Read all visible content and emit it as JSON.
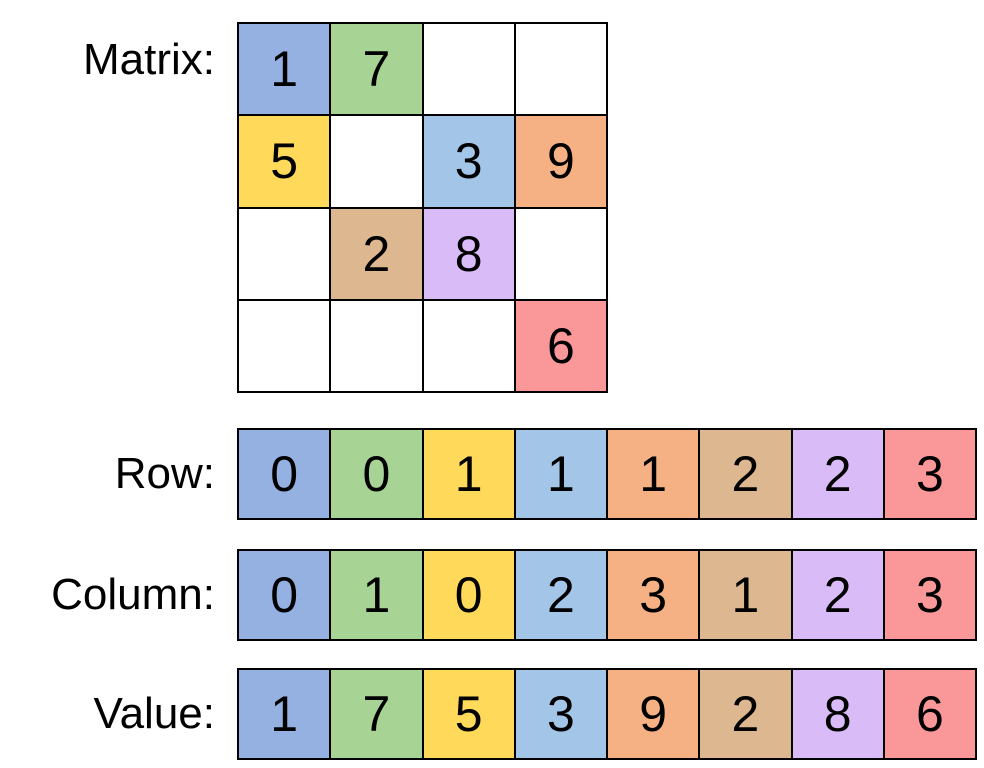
{
  "labels": {
    "matrix": "Matrix:",
    "row": "Row:",
    "column": "Column:",
    "value": "Value:"
  },
  "palette": [
    "#94B1E2",
    "#A7D494",
    "#FED95A",
    "#A2C5E8",
    "#F5B183",
    "#DDB78F",
    "#D9BBF7",
    "#FA9899"
  ],
  "colors": {
    "background": "#ffffff",
    "gridline": "#000000",
    "text": "#000000",
    "empty_cell": "#ffffff"
  },
  "matrix": {
    "size": 4,
    "entries": [
      {
        "r": 0,
        "c": 0,
        "v": "1",
        "color": 0
      },
      {
        "r": 0,
        "c": 1,
        "v": "7",
        "color": 1
      },
      {
        "r": 1,
        "c": 0,
        "v": "5",
        "color": 2
      },
      {
        "r": 1,
        "c": 2,
        "v": "3",
        "color": 3
      },
      {
        "r": 1,
        "c": 3,
        "v": "9",
        "color": 4
      },
      {
        "r": 2,
        "c": 1,
        "v": "2",
        "color": 5
      },
      {
        "r": 2,
        "c": 2,
        "v": "8",
        "color": 6
      },
      {
        "r": 3,
        "c": 3,
        "v": "6",
        "color": 7
      }
    ]
  },
  "arrays": [
    {
      "id": "row",
      "label": "Row:",
      "values": [
        "0",
        "0",
        "1",
        "1",
        "1",
        "2",
        "2",
        "3"
      ]
    },
    {
      "id": "column",
      "label": "Column:",
      "values": [
        "0",
        "1",
        "0",
        "2",
        "3",
        "1",
        "2",
        "3"
      ]
    },
    {
      "id": "value",
      "label": "Value:",
      "values": [
        "1",
        "7",
        "5",
        "3",
        "9",
        "2",
        "8",
        "6"
      ]
    }
  ]
}
